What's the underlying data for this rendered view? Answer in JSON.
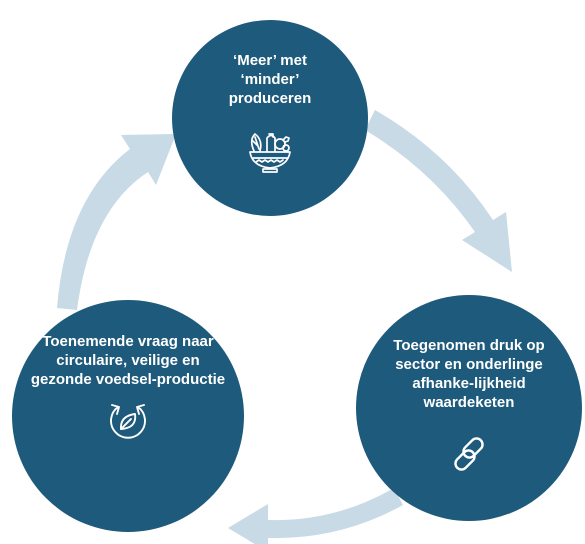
{
  "colors": {
    "node": "#1e5a7c",
    "arrow": "#c7dae5",
    "text": "#ffffff"
  },
  "nodes": [
    {
      "label": "‘Meer’ met ‘minder’ produceren",
      "icon": "food-basket-icon"
    },
    {
      "label": "Toegenomen druk op sector en onderlinge afhanke-lijkheid waardeketen",
      "icon": "chain-link-icon"
    },
    {
      "label": "Toenemende vraag naar circulaire, veilige en gezonde voedsel-productie",
      "icon": "recycle-leaf-icon"
    }
  ]
}
